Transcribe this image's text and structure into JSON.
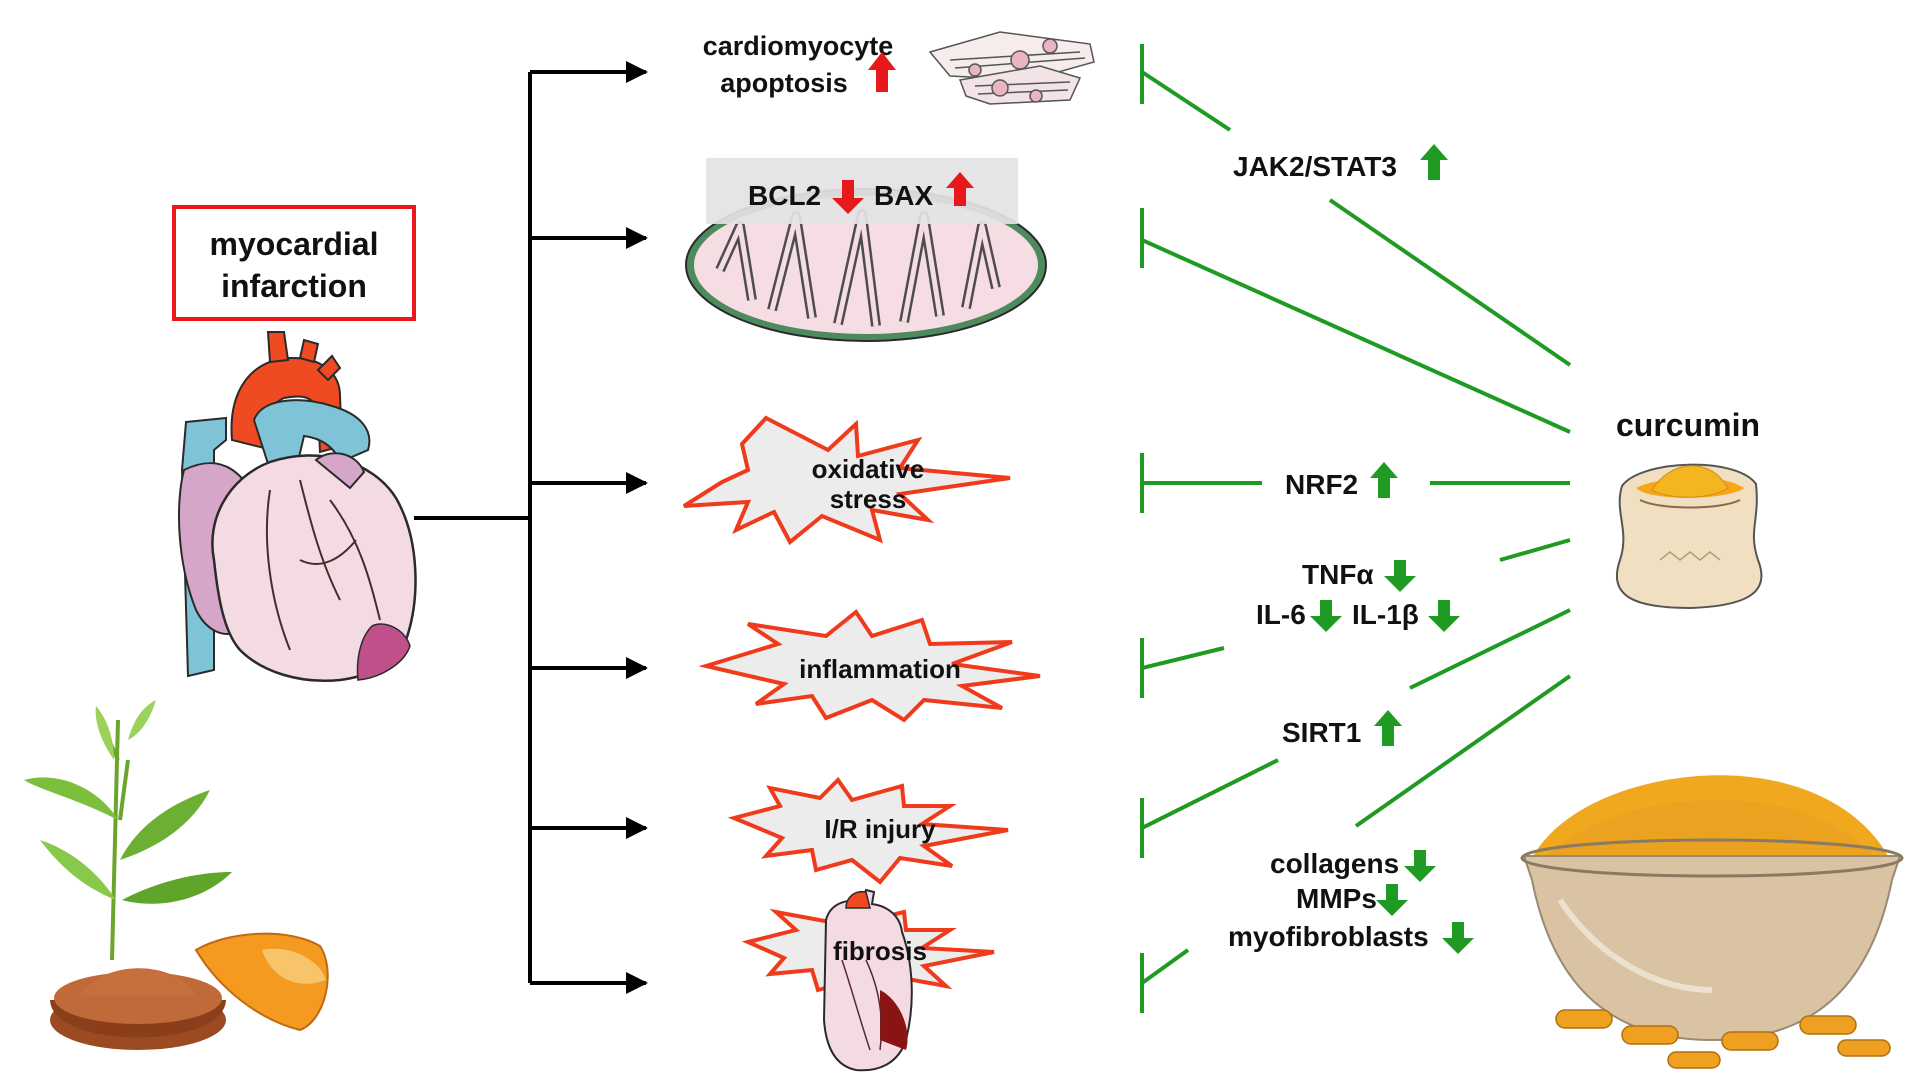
{
  "mi_box": {
    "line1": "myocardial",
    "line2": "infarction"
  },
  "outcomes": {
    "apoptosis": {
      "line1": "cardiomyocyte",
      "line2": "apoptosis",
      "arrow": "up"
    },
    "bcl2": {
      "label": "BCL2",
      "arrow": "down"
    },
    "bax": {
      "label": "BAX",
      "arrow": "up"
    },
    "oxidative": {
      "line1": "oxidative",
      "line2": "stress"
    },
    "inflammation": {
      "label": "inflammation"
    },
    "ir_injury": {
      "label": "I/R injury"
    },
    "fibrosis": {
      "label": "fibrosis"
    }
  },
  "curcumin": {
    "label": "curcumin"
  },
  "mediators": {
    "jak": {
      "label": "JAK2/STAT3",
      "arrow": "up"
    },
    "nrf2": {
      "label": "NRF2",
      "arrow": "up"
    },
    "tnf": {
      "label": "TNFα",
      "arrow": "down"
    },
    "il6": {
      "label": "IL-6",
      "arrow": "down"
    },
    "il1b": {
      "label": "IL-1β",
      "arrow": "down"
    },
    "sirt1": {
      "label": "SIRT1",
      "arrow": "up"
    },
    "collagens": {
      "label": "collagens",
      "arrow": "down"
    },
    "mmps": {
      "label": "MMPs",
      "arrow": "down"
    },
    "myofib": {
      "label": "myofibroblasts",
      "arrow": "down"
    }
  },
  "colors": {
    "black_arrows": "#000000",
    "inhibition_lines": "#1f9a22",
    "up_red": "#e8191c",
    "green_arrow": "#1f9a22",
    "burst_stroke": "#f03a1c",
    "burst_fill": "#ececec",
    "mi_box_border": "#e8191c"
  },
  "icons": [
    "heart-illustration",
    "cardiomyocyte-cells-icon",
    "mitochondrion-icon",
    "curcumin-sack-icon",
    "turmeric-plant-icon",
    "turmeric-powder-bowl-icon",
    "small-heart-icon"
  ]
}
